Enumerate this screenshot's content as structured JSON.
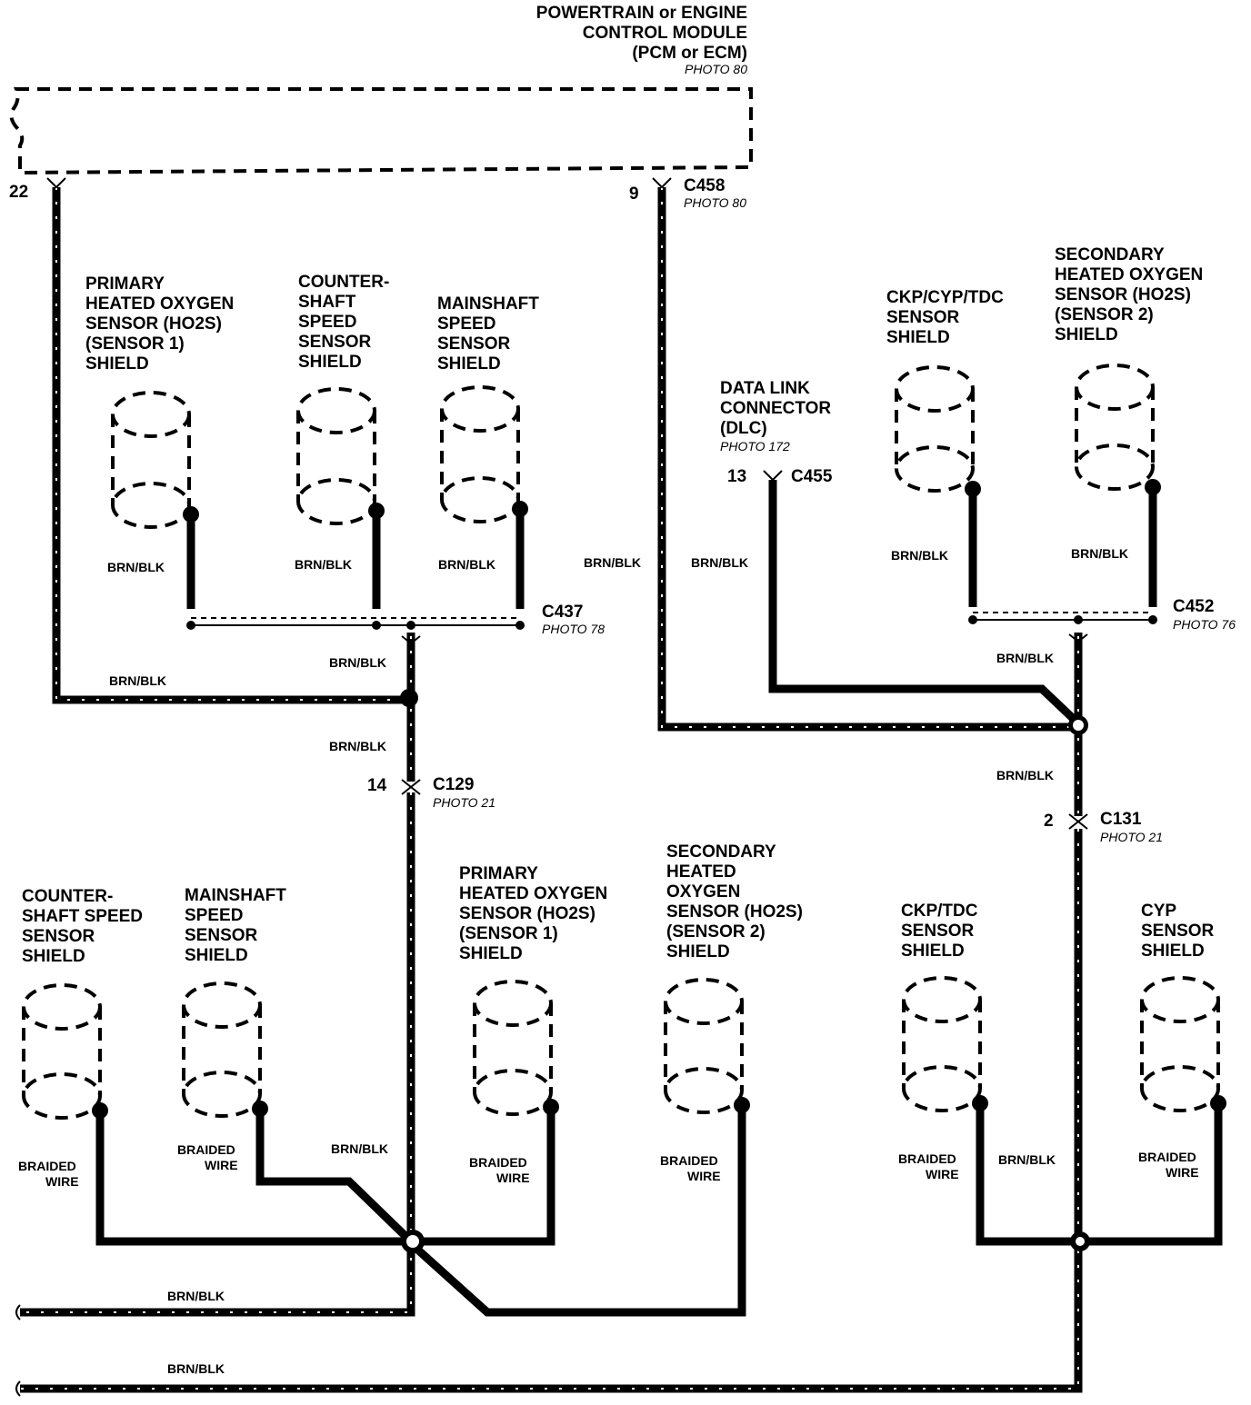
{
  "module": {
    "title_lines": [
      "POWERTRAIN or ENGINE",
      "CONTROL MODULE",
      "(PCM or ECM)"
    ],
    "photo": "PHOTO 80"
  },
  "connectors": {
    "pin_22": "22",
    "pin_9": "9",
    "c458": "C458",
    "c458_photo": "PHOTO 80",
    "c437": "C437",
    "c437_photo": "PHOTO 78",
    "c452": "C452",
    "c452_photo": "PHOTO 76",
    "pin_13": "13",
    "c455": "C455",
    "pin_14": "14",
    "c129": "C129",
    "c129_photo": "PHOTO 21",
    "pin_2": "2",
    "c131": "C131",
    "c131_photo": "PHOTO 21"
  },
  "dlc": {
    "lines": [
      "DATA LINK",
      "CONNECTOR",
      "(DLC)"
    ],
    "photo": "PHOTO 172"
  },
  "shields_top": [
    {
      "lines": [
        "PRIMARY",
        "HEATED OXYGEN",
        "SENSOR (HO2S)",
        "(SENSOR 1)",
        "SHIELD"
      ],
      "wire": "BRN/BLK"
    },
    {
      "lines": [
        "COUNTER-",
        "SHAFT",
        "SPEED",
        "SENSOR",
        "SHIELD"
      ],
      "wire": "BRN/BLK"
    },
    {
      "lines": [
        "MAINSHAFT",
        "SPEED",
        "SENSOR",
        "SHIELD"
      ],
      "wire": "BRN/BLK"
    },
    {
      "lines": [
        "CKP/CYP/TDC",
        "SENSOR",
        "SHIELD"
      ],
      "wire": "BRN/BLK"
    },
    {
      "lines": [
        "SECONDARY",
        "HEATED OXYGEN",
        "SENSOR (HO2S)",
        "(SENSOR 2)",
        "SHIELD"
      ],
      "wire": "BRN/BLK"
    }
  ],
  "shields_bottom": [
    {
      "lines": [
        "COUNTER-",
        "SHAFT SPEED",
        "SENSOR",
        "SHIELD"
      ],
      "wire": [
        "BRAIDED",
        "WIRE"
      ]
    },
    {
      "lines": [
        "MAINSHAFT",
        "SPEED",
        "SENSOR",
        "SHIELD"
      ],
      "wire": [
        "BRAIDED",
        "WIRE"
      ]
    },
    {
      "lines": [
        "PRIMARY",
        "HEATED OXYGEN",
        "SENSOR (HO2S)",
        "(SENSOR 1)",
        "SHIELD"
      ],
      "wire": [
        "BRAIDED",
        "WIRE"
      ]
    },
    {
      "lines": [
        "SECONDARY",
        "HEATED",
        "OXYGEN",
        "SENSOR (HO2S)",
        "(SENSOR 2)",
        "SHIELD"
      ],
      "wire": [
        "BRAIDED",
        "WIRE"
      ]
    },
    {
      "lines": [
        "CKP/TDC",
        "SENSOR",
        "SHIELD"
      ],
      "wire": [
        "BRAIDED",
        "WIRE"
      ]
    },
    {
      "lines": [
        "CYP",
        "SENSOR",
        "SHIELD"
      ],
      "wire": [
        "BRAIDED",
        "WIRE"
      ]
    }
  ],
  "wire_labels": {
    "pcm22_run": "BRN/BLK",
    "c437_out": "BRN/BLK",
    "splice_to_c129": "BRN/BLK",
    "pcm9_run": "BRN/BLK",
    "dlc_run": "BRN/BLK",
    "c452_out": "BRN/BLK",
    "splice_to_c131": "BRN/BLK",
    "c129_down": "BRN/BLK",
    "c131_down": "BRN/BLK",
    "ground_1": "BRN/BLK",
    "ground_2": "BRN/BLK"
  }
}
